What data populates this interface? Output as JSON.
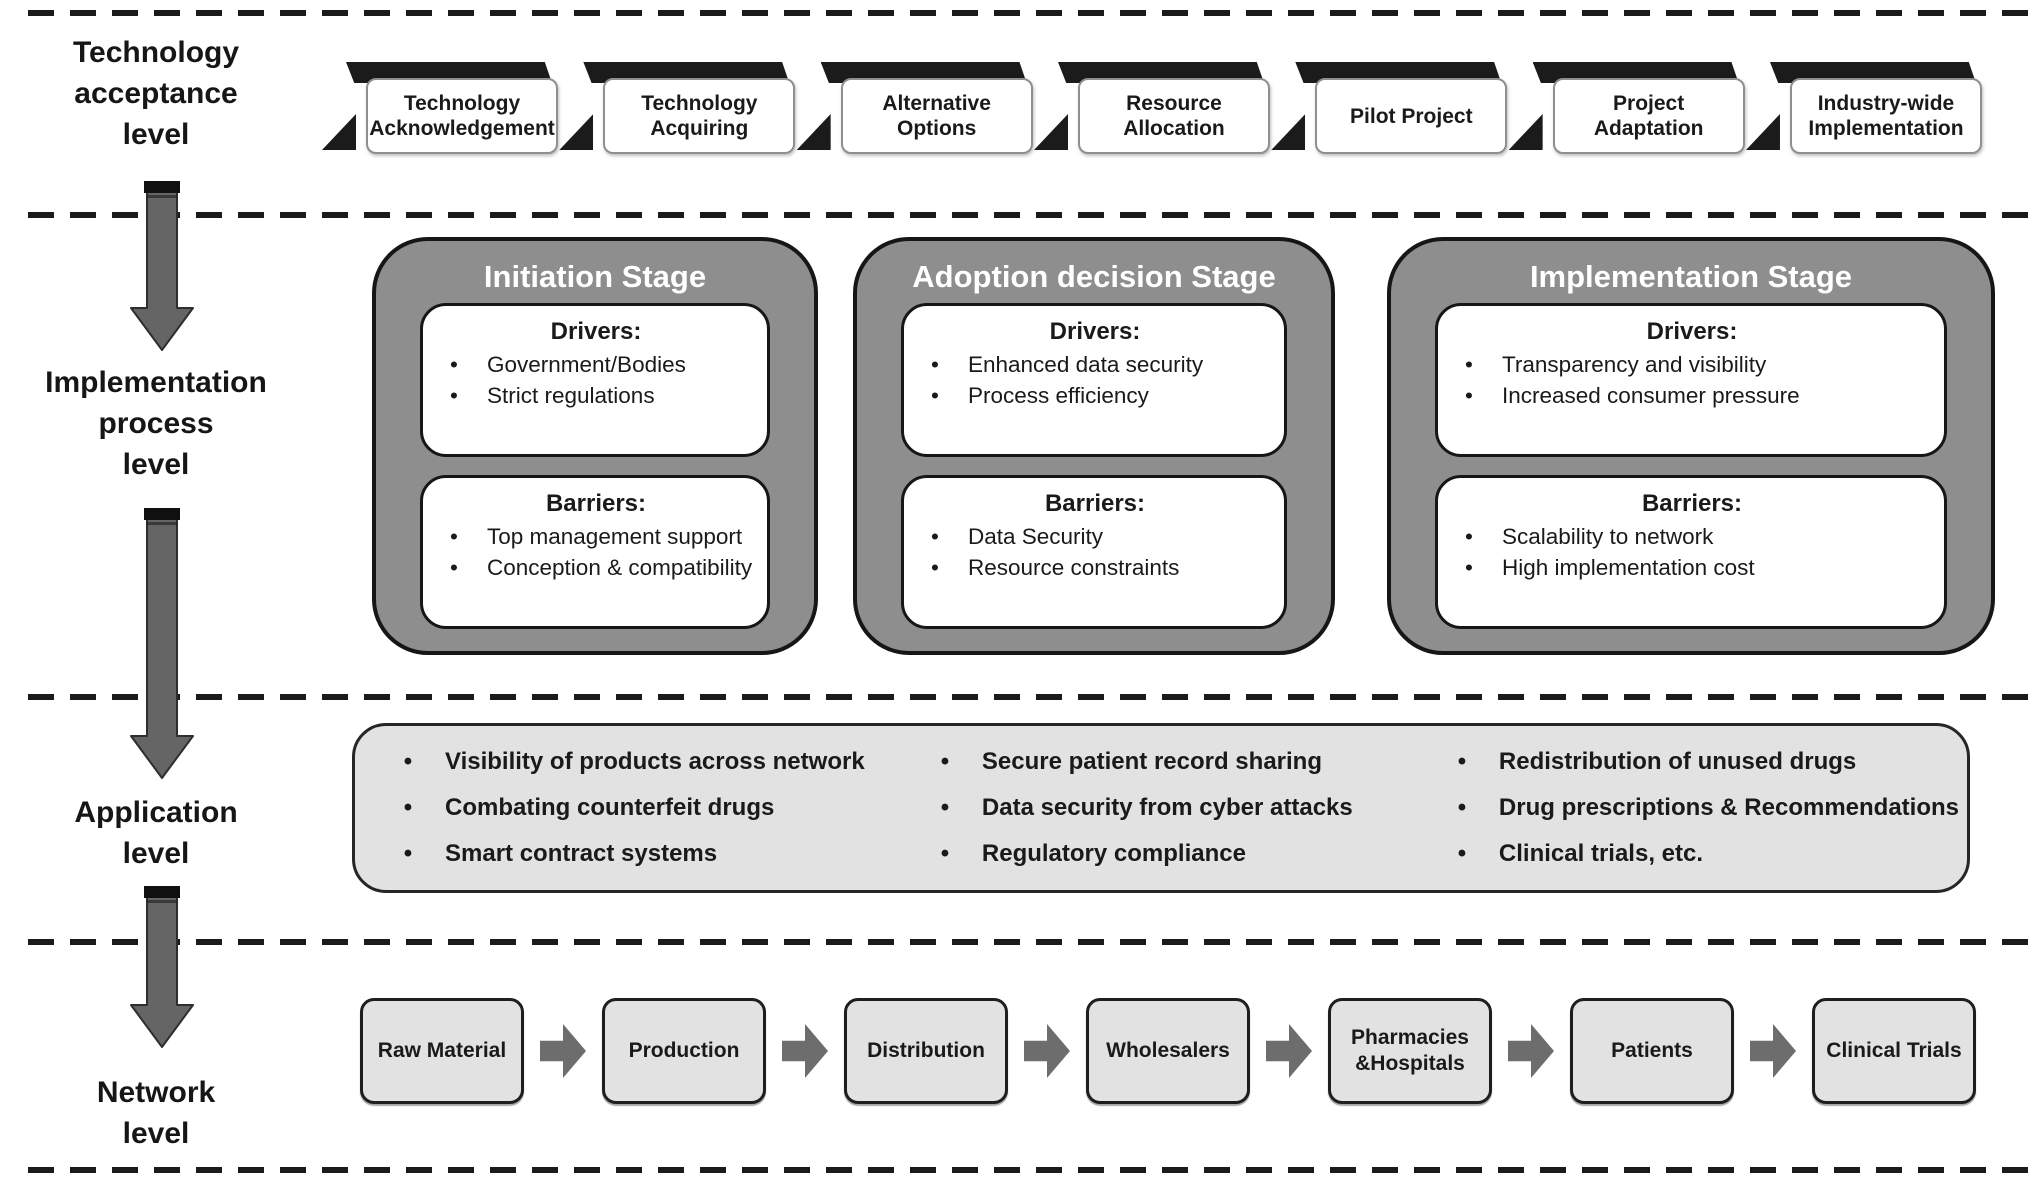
{
  "colors": {
    "stage_gray": "#8e8e8e",
    "panel_light_gray": "#e2e2e2",
    "arrow_gray": "#656565",
    "banner_black": "#1b1b1b"
  },
  "levels": {
    "technology": "Technology\nacceptance\nlevel",
    "implementation": "Implementation\nprocess\nlevel",
    "application": "Application\nlevel",
    "network": "Network\nlevel"
  },
  "acceptance_steps": [
    "Technology Acknowledgement",
    "Technology Acquiring",
    "Alternative Options",
    "Resource Allocation",
    "Pilot Project",
    "Project Adaptation",
    "Industry-wide Implementation"
  ],
  "stages": [
    {
      "title": "Initiation Stage",
      "drivers_heading": "Drivers:",
      "drivers": [
        "Government/Bodies",
        "Strict regulations"
      ],
      "barriers_heading": "Barriers:",
      "barriers": [
        "Top management support",
        "Conception & compatibility"
      ]
    },
    {
      "title": "Adoption decision Stage",
      "drivers_heading": "Drivers:",
      "drivers": [
        "Enhanced data security",
        "Process efficiency"
      ],
      "barriers_heading": "Barriers:",
      "barriers": [
        "Data Security",
        "Resource constraints"
      ]
    },
    {
      "title": "Implementation Stage",
      "drivers_heading": "Drivers:",
      "drivers": [
        "Transparency and visibility",
        "Increased consumer pressure"
      ],
      "barriers_heading": "Barriers:",
      "barriers": [
        "Scalability to network",
        "High implementation cost"
      ]
    }
  ],
  "application": {
    "columns": [
      [
        "Visibility of products across network",
        "Combating counterfeit drugs",
        "Smart contract systems"
      ],
      [
        "Secure patient record sharing",
        "Data security from cyber attacks",
        "Regulatory compliance"
      ],
      [
        "Redistribution of unused drugs",
        "Drug prescriptions & Recommendations",
        "Clinical trials, etc."
      ]
    ]
  },
  "network_steps": [
    "Raw Material",
    "Production",
    "Distribution",
    "Wholesalers",
    "Pharmacies\n&Hospitals",
    "Patients",
    "Clinical Trials"
  ]
}
